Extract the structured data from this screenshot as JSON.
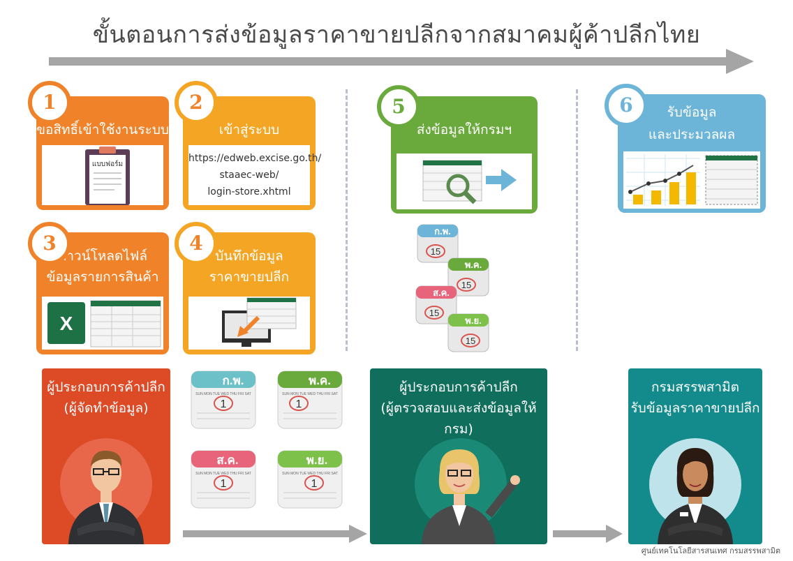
{
  "title": "ขั้นตอนการส่งข้อมูลราคาขายปลีกจากสมาคมผู้ค้าปลีกไทย",
  "steps": [
    {
      "number": "1",
      "label": "ขอสิทธิ์เข้าใช้งานระบบ",
      "form_label": "แบบฟอร์ม"
    },
    {
      "number": "2",
      "label": "เข้าสู่ระบบ",
      "url_lines": [
        "https://edweb.excise.go.th/",
        "staaec-web/",
        "login-store.xhtml"
      ]
    },
    {
      "number": "3",
      "label_lines": [
        "ดาวน์โหลดไฟล์",
        "ข้อมูลรายการสินค้า"
      ],
      "excel_letter": "X"
    },
    {
      "number": "4",
      "label_lines": [
        "บันทึกข้อมูล",
        "ราคาขายปลีก"
      ]
    },
    {
      "number": "5",
      "label": "ส่งข้อมูลให้กรมฯ"
    },
    {
      "number": "6",
      "label_lines": [
        "รับข้อมูล",
        "และประมวลผล"
      ]
    }
  ],
  "small_calendars": [
    {
      "month": "ก.พ.",
      "day": "15"
    },
    {
      "month": "พ.ค.",
      "day": "15"
    },
    {
      "month": "ส.ค.",
      "day": "15"
    },
    {
      "month": "พ.ย.",
      "day": "15"
    }
  ],
  "big_calendars": [
    {
      "month": "ก.พ.",
      "day": "1"
    },
    {
      "month": "พ.ค.",
      "day": "1"
    },
    {
      "month": "ส.ค.",
      "day": "1"
    },
    {
      "month": "พ.ย.",
      "day": "1"
    }
  ],
  "calendar_weekdays": [
    "SUN",
    "MON",
    "TUE",
    "WED",
    "THU",
    "FRI",
    "SAT"
  ],
  "roles": [
    {
      "line1": "ผู้ประกอบการค้าปลีก",
      "line2": "(ผู้จัดทำข้อมูล)"
    },
    {
      "line1": "ผู้ประกอบการค้าปลีก",
      "line2": "(ผู้ตรวจสอบและส่งข้อมูลให้กรม)"
    },
    {
      "line1": "กรมสรรพสามิต",
      "line2": "รับข้อมูลราคาขายปลีก"
    }
  ],
  "footer": "ศูนย์เทคโนโลยีสารสนเทศ กรมสรรพสามิต",
  "colors": {
    "orange": "#f0822a",
    "orange_light": "#f5a524",
    "green": "#6aaa3c",
    "blue": "#6cb4d8",
    "red_card": "#dc4a26",
    "teal_card": "#0f6f5c",
    "teal_card2": "#138a8c",
    "arrow_gray": "#a5a5a5"
  }
}
